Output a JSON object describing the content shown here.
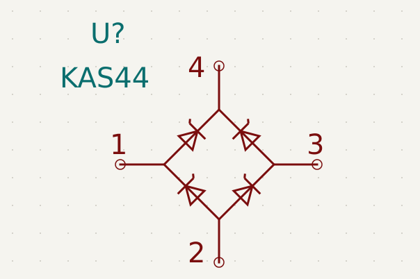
{
  "symbol": {
    "reference": "U?",
    "value": "KAS44"
  },
  "pins": [
    {
      "number": "1"
    },
    {
      "number": "2"
    },
    {
      "number": "3"
    },
    {
      "number": "4"
    }
  ],
  "colors": {
    "background": "#f5f4ef",
    "body": "#7a0d0d",
    "reference_text": "#0a6e6e",
    "grid": "#c9c7bf"
  }
}
